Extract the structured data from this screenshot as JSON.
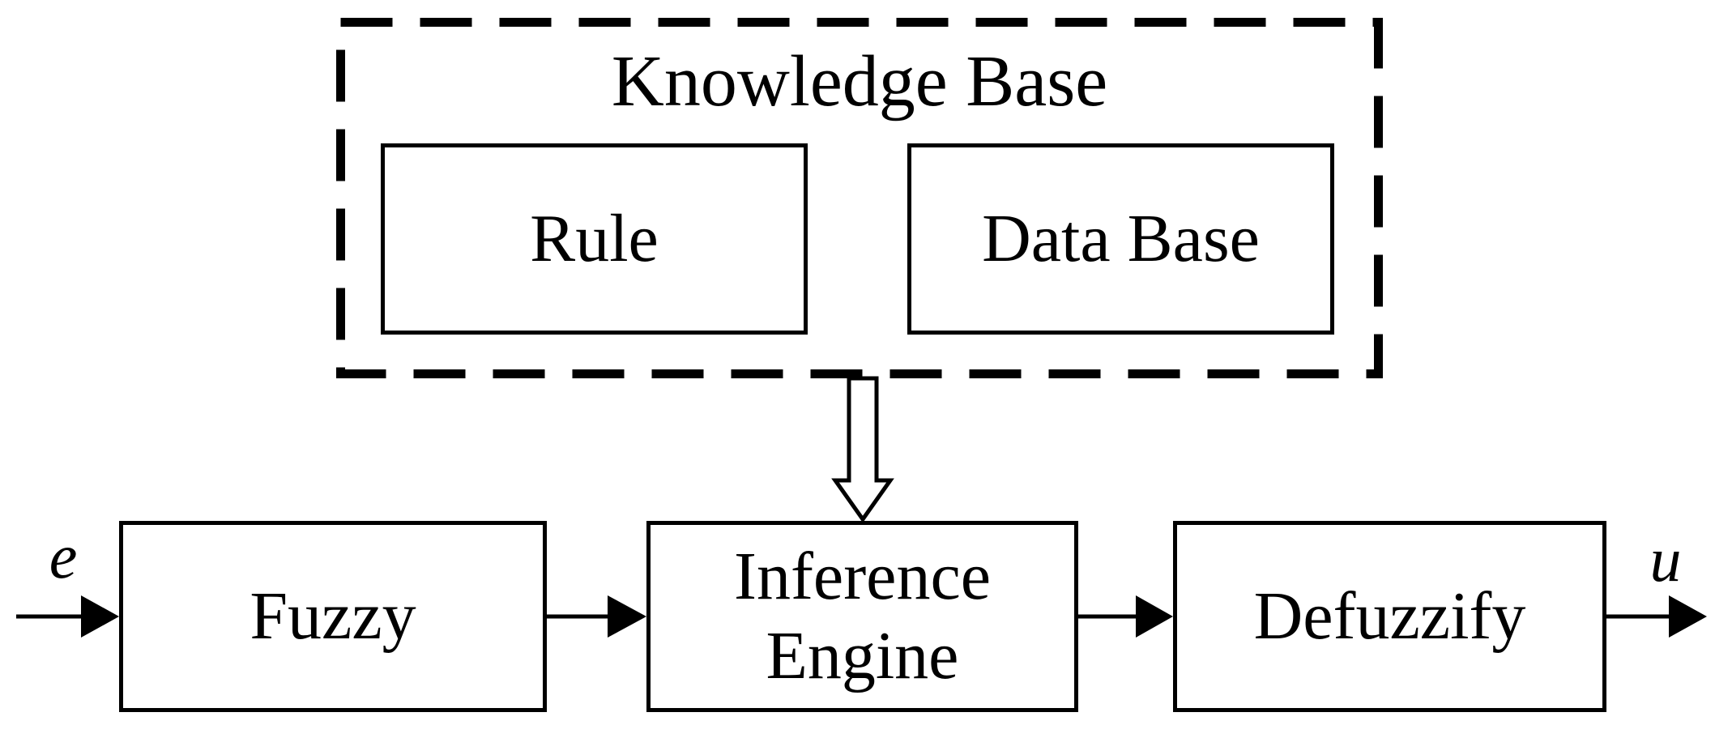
{
  "diagram": {
    "title": "Knowledge Base",
    "nodes": {
      "rule": {
        "label": "Rule"
      },
      "data_base": {
        "label": "Data Base"
      },
      "fuzzy": {
        "label": "Fuzzy"
      },
      "inference_engine": {
        "label_line1": "Inference",
        "label_line2": "Engine"
      },
      "defuzzify": {
        "label": "Defuzzify"
      }
    },
    "signals": {
      "input": "e",
      "output": "u"
    },
    "colors": {
      "stroke": "#000000",
      "background": "#ffffff"
    }
  }
}
